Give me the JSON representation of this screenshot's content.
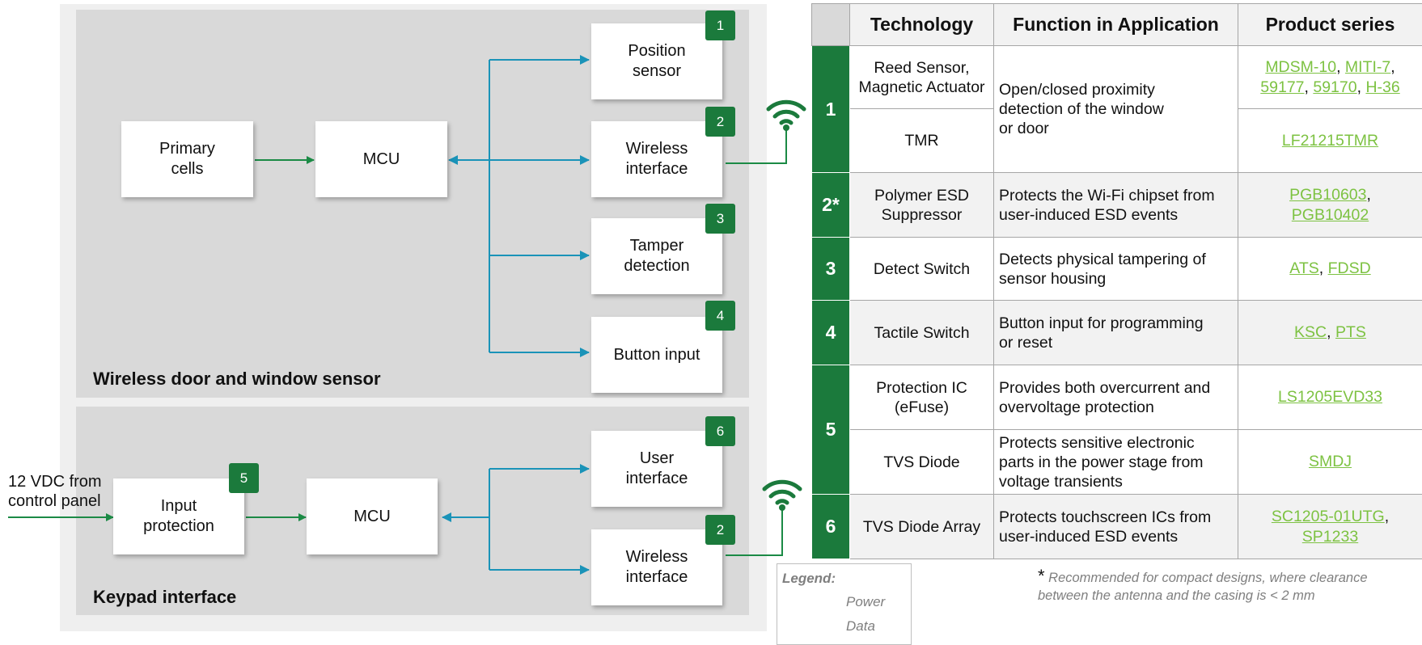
{
  "sections": {
    "sensor_title": "Wireless door and window sensor",
    "keypad_title": "Keypad interface"
  },
  "sensor": {
    "primary_cells": "Primary\ncells",
    "mcu": "MCU",
    "position_sensor": "Position\nsensor",
    "wireless_interface": "Wireless\ninterface",
    "tamper_detection": "Tamper\ndetection",
    "button_input": "Button input",
    "badges": [
      "1",
      "2",
      "3",
      "4"
    ]
  },
  "keypad": {
    "input_label": "12 VDC from\ncontrol panel",
    "input_protection": "Input\nprotection",
    "mcu": "MCU",
    "user_interface": "User\ninterface",
    "wireless_interface": "Wireless\ninterface",
    "badges": [
      "5",
      "6",
      "2"
    ]
  },
  "icons": {
    "wifi": "wifi-icon"
  },
  "colors": {
    "green": "#1b7a3c",
    "power_arrow": "#1b8a45",
    "data_arrow": "#1a93b8",
    "link": "#7dc242"
  },
  "table": {
    "headers": [
      "Technology",
      "Function in Application",
      "Product series"
    ],
    "rows": [
      {
        "num": "1",
        "tech": "Reed Sensor,\nMagnetic Actuator",
        "func": "Open/closed proximity\ndetection of the window\nor door",
        "products": [
          "MDSM-10",
          "MITI-7",
          "59177",
          "59170",
          "H-36"
        ]
      },
      {
        "tech": "TMR",
        "products": [
          "LF21215TMR"
        ]
      },
      {
        "num": "2*",
        "tech": "Polymer ESD\nSuppressor",
        "func": "Protects the Wi-Fi chipset from\nuser-induced ESD events",
        "products": [
          "PGB10603",
          "PGB10402"
        ]
      },
      {
        "num": "3",
        "tech": "Detect Switch",
        "func": "Detects physical tampering of\nsensor housing",
        "products": [
          "ATS",
          "FDSD"
        ]
      },
      {
        "num": "4",
        "tech": "Tactile Switch",
        "func": "Button input for programming\nor reset",
        "products": [
          "KSC",
          "PTS"
        ]
      },
      {
        "num": "5",
        "tech": "Protection IC\n(eFuse)",
        "func": "Provides both overcurrent and\novervoltage protection",
        "products": [
          "LS1205EVD33"
        ]
      },
      {
        "tech": "TVS Diode",
        "func": "Protects sensitive electronic\nparts in the power stage from\nvoltage transients",
        "products": [
          "SMDJ"
        ]
      },
      {
        "num": "6",
        "tech": "TVS Diode Array",
        "func": "Protects touchscreen ICs from\nuser-induced ESD events",
        "products": [
          "SC1205-01UTG",
          "SP1233"
        ]
      }
    ]
  },
  "legend": {
    "title": "Legend:",
    "power": "Power",
    "data": "Data"
  },
  "footnote": {
    "star": "*",
    "text": "Recommended for compact designs, where clearance between the antenna and the casing is < 2 mm"
  }
}
